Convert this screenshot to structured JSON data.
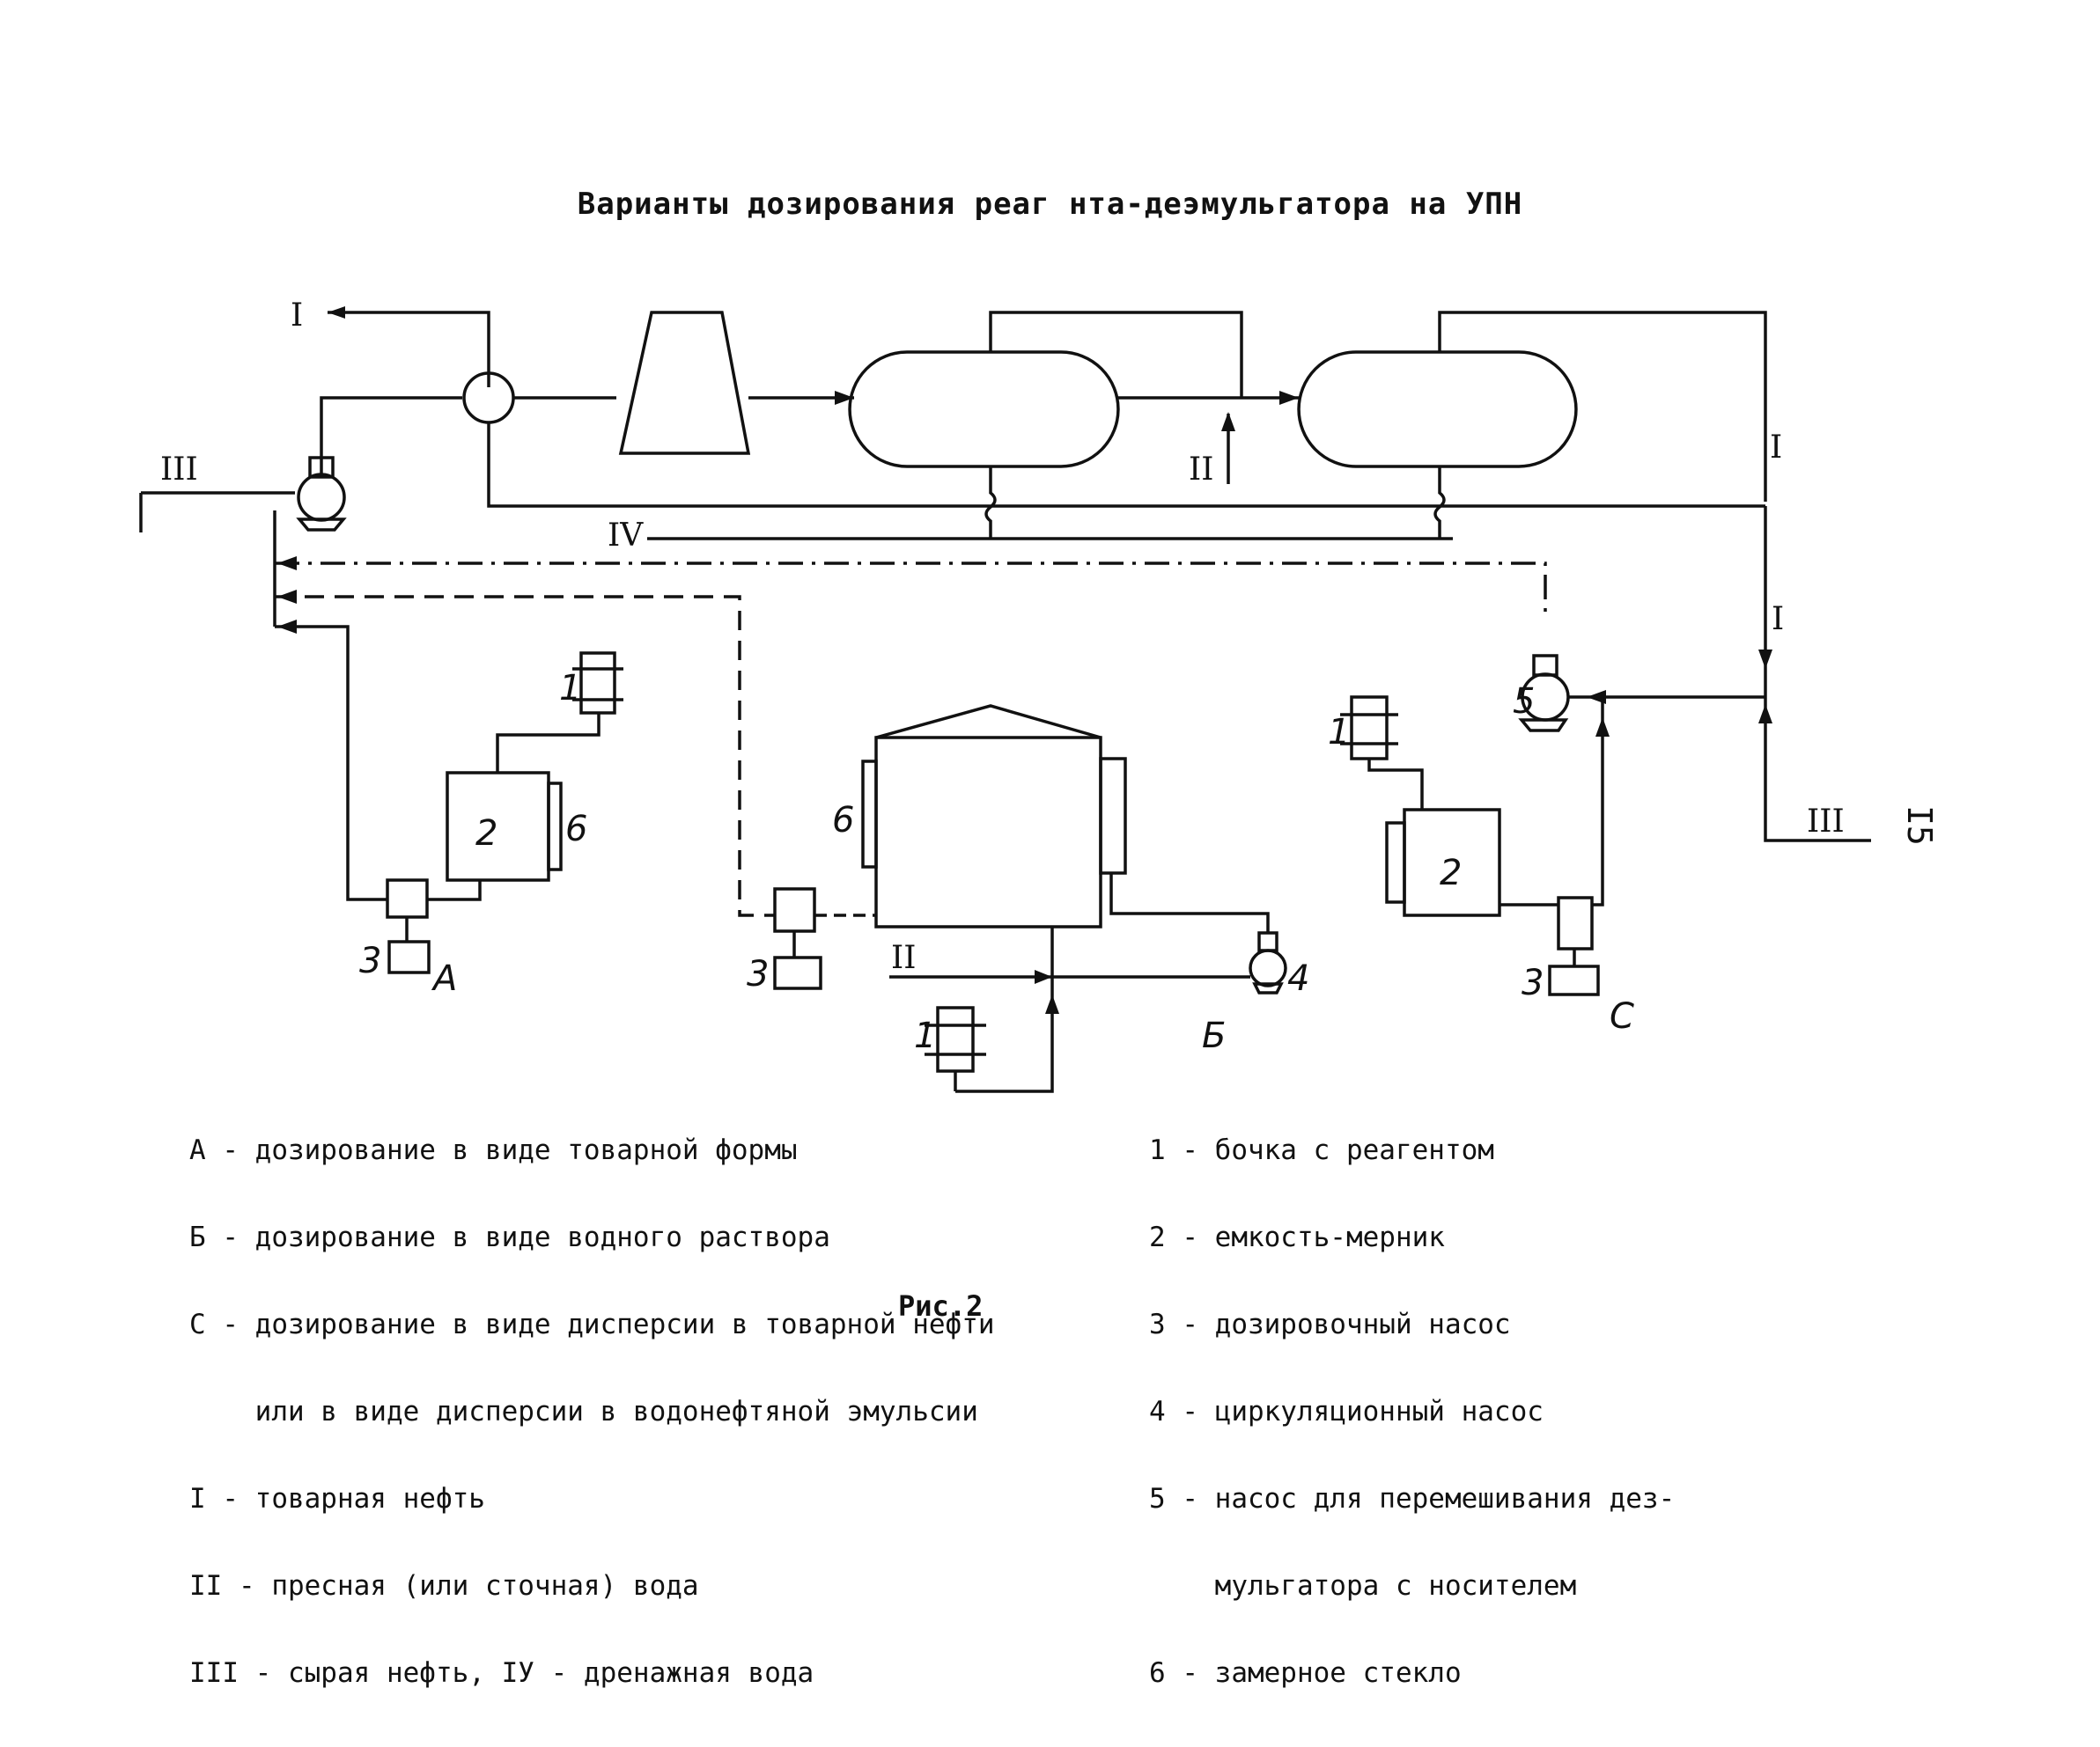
{
  "title": "Варианты дозирования реаг  нта-деэмульгатора на УПН",
  "caption": "Рис.2",
  "page_number": "I5",
  "streams": {
    "I": "I",
    "II": "II",
    "III": "III",
    "IV": "IV"
  },
  "equipment_labels": {
    "tank": "1",
    "measure": "2",
    "dosing_pump": "3",
    "circ_pump": "4",
    "mix_pump": "5",
    "glass": "6"
  },
  "variants": {
    "A": "А",
    "B": "Б",
    "C": "С"
  },
  "legend_left": [
    "А - дозирование в виде товарной формы",
    "Б - дозирование в виде водного раствора",
    "С - дозирование в виде дисперсии в товарной нефти",
    "    или в виде дисперсии в водонефтяной эмульсии",
    "I - товарная нефть",
    "II - пресная (или сточная) вода",
    "III - сырая нефть, IУ - дренажная вода"
  ],
  "legend_right": [
    "1 - бочка с реагентом",
    "2 - емкость-мерник",
    "3 - дозировочный насос",
    "4 - циркуляционный насос",
    "5 - насос для перемешивания дез-",
    "    мульгатора с носителем",
    "6 - замерное стекло"
  ]
}
